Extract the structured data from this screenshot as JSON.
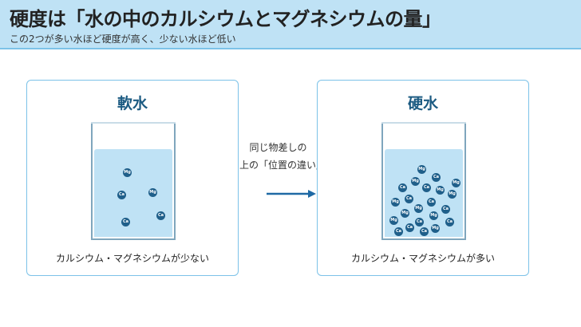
{
  "header": {
    "title": "硬度は「水の中のカルシウムとマグネシウムの量」",
    "subtitle": "この2つが多い水ほど硬度が高く、少ない水ほど低い"
  },
  "soft_water": {
    "title": "軟水",
    "caption": "カルシウム・マグネシウムが少ない",
    "ions": [
      "Mg",
      "Ca",
      "Mg",
      "Ca",
      "Ca"
    ]
  },
  "hard_water": {
    "title": "硬水",
    "caption": "カルシウム・マグネシウムが多い",
    "ions": [
      "Mg",
      "Ca",
      "Ca",
      "Mg",
      "Ca",
      "Mg",
      "Mg",
      "Ca",
      "Ca",
      "Mg",
      "Mg",
      "Ca",
      "Mg",
      "Mg",
      "Ca",
      "Mg",
      "Ca",
      "Ca",
      "Mg",
      "Ca",
      "Ca",
      "Mg"
    ]
  },
  "middle": {
    "line1": "同じ物差しの",
    "line2": "上の「位置の違い」"
  },
  "colors": {
    "header_bg": "#bfe2f5",
    "accent": "#1c5b82",
    "water": "#bfe2f5",
    "ion": "#1f5f8a",
    "arrow": "#1f6aa5",
    "panel_border": "#7cc2e8"
  }
}
